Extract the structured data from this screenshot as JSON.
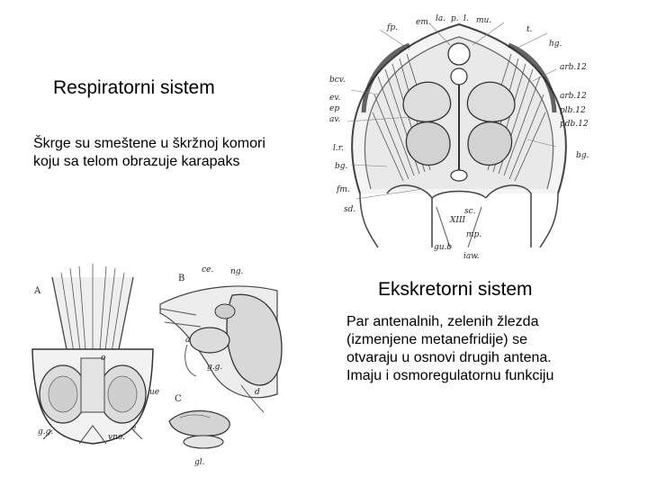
{
  "slide": {
    "respiratory": {
      "title": "Respiratorni sistem",
      "text": "Škrge su smeštene u škržnoj komori koju sa telom obrazuje karapaks"
    },
    "excretory": {
      "title": "Ekskretorni sistem",
      "text_lines": [
        "Par antenalnih, zelenih žlezda",
        "(izmenjene metanefridije) se",
        "otvaraju u osnovi drugih antena.",
        "Imaju i osmoregulatornu funkciju"
      ]
    }
  },
  "figures": {
    "gill_cross_section": {
      "labels": {
        "fp": "fp.",
        "em": "em.",
        "la": "la.",
        "p": "p.",
        "l": "l.",
        "mu": "mu.",
        "t": "t.",
        "hg_top": "hg.",
        "arb12": "arb.12",
        "arb12b": "arb.12",
        "plb12": "plb.12",
        "pdb12": "pdb.12",
        "bcv": "bcv.",
        "ev": "ev.",
        "ep": "ep",
        "av": "av.",
        "lr": "l.r.",
        "bg_left": "bg.",
        "fm": "fm.",
        "sd": "sd.",
        "bg_right": "bg.",
        "xiii": "XIII",
        "sc": "sc.",
        "gub": "gu.b",
        "mp": "mp.",
        "iaw": "iaw."
      }
    },
    "green_gland": {
      "labels": {
        "A": "A",
        "B": "B",
        "C": "C",
        "ce": "ce.",
        "ng": "ng.",
        "gg_b": "g.g.",
        "a_label": "a",
        "o_label": "o",
        "ue": "ue",
        "gg_a": "g.g.",
        "vno": "vno.",
        "e_label": "e",
        "gl": "gl.",
        "d_label": "d"
      }
    }
  }
}
